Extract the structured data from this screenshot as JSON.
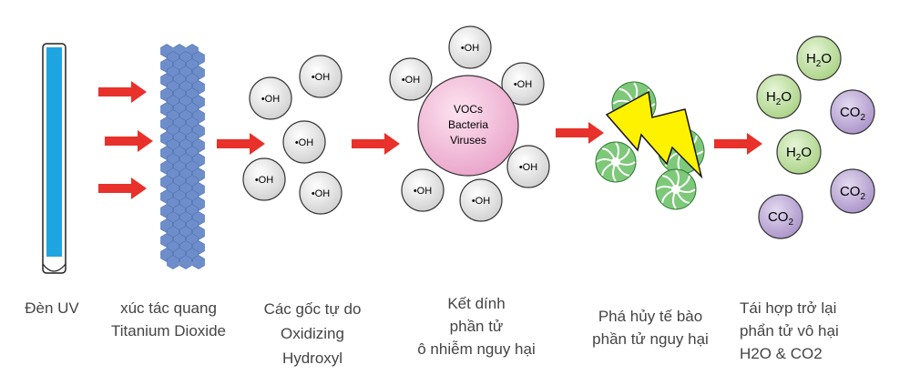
{
  "diagram": {
    "oh_label": "•OH",
    "center_label": [
      "VOCs",
      "Bacteria",
      "Viruses"
    ],
    "final_molecules": [
      {
        "base": "H",
        "sub": "2",
        "tail": "O"
      },
      {
        "base": "H",
        "sub": "2",
        "tail": "O"
      },
      {
        "base": "CO",
        "sub": "2",
        "tail": ""
      },
      {
        "base": "H",
        "sub": "2",
        "tail": "O"
      },
      {
        "base": "CO",
        "sub": "2",
        "tail": ""
      },
      {
        "base": "CO",
        "sub": "2",
        "tail": ""
      }
    ],
    "colors": {
      "arrow": "#e8312a",
      "uv_tube": "#1ea5e0",
      "catalyst": "#6e8ecb",
      "oh_circle": "#e6e6e6",
      "center_circle": "#f4bcd8",
      "h2o_circle": "#c2e0a6",
      "co2_circle": "#c0acd8",
      "lightning": "#fff200",
      "cell": "#7ec87a"
    }
  },
  "labels": {
    "uv": [
      "Đèn UV"
    ],
    "catalyst": [
      "xúc tác quang",
      "Titanium Dioxide"
    ],
    "radicals": [
      "Các gốc tự do",
      "Oxidizing",
      "Hydroxyl"
    ],
    "bonding": [
      "Kết dính",
      "phần tử",
      "ô nhiễm nguy hại"
    ],
    "destroy": [
      "Phá hủy tế bào",
      "phần tử nguy hại"
    ],
    "recombine": [
      "Tái hợp trở lại",
      "phẩn tử vô hại",
      "H2O & CO2"
    ]
  }
}
